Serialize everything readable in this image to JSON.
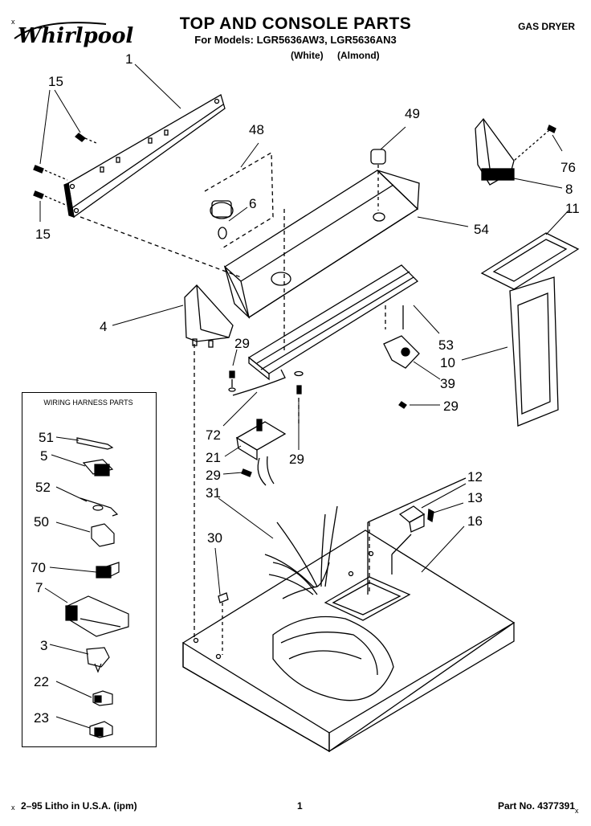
{
  "header": {
    "brand": "Whirlpool",
    "title": "TOP AND CONSOLE PARTS",
    "models_line": "For Models: LGR5636AW3, LGR5636AN3",
    "colors": [
      "(White)",
      "(Almond)"
    ],
    "category": "GAS DRYER"
  },
  "wiring_harness": {
    "title": "WIRING HARNESS PARTS",
    "labels": [
      "51",
      "5",
      "52",
      "50",
      "70",
      "7",
      "3",
      "22",
      "23"
    ]
  },
  "callouts": {
    "c1": "1",
    "c15a": "15",
    "c15b": "15",
    "c48": "48",
    "c6": "6",
    "c49": "49",
    "c54": "54",
    "c76": "76",
    "c8": "8",
    "c11": "11",
    "c4": "4",
    "c53": "53",
    "c29a": "29",
    "c10": "10",
    "c39": "39",
    "c29b": "29",
    "c72": "72",
    "c21": "21",
    "c29c": "29",
    "c29d": "29",
    "c31": "31",
    "c12": "12",
    "c13": "13",
    "c16": "16",
    "c30": "30"
  },
  "footer": {
    "print": "2–95 Litho in U.S.A. (ipm)",
    "page": "1",
    "part_no": "Part No. 4377391"
  }
}
